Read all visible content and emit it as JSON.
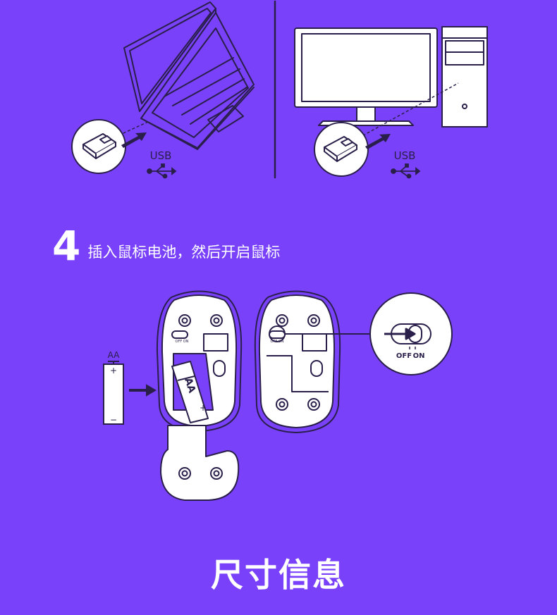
{
  "colors": {
    "background": "#7a41fa",
    "line": "#2a1f4a",
    "white": "#ffffff"
  },
  "connection": {
    "laptop_usb_label": "USB",
    "desktop_usb_label": "USB"
  },
  "step4": {
    "number": "4",
    "text": "插入鼠标电池，然后开启鼠标"
  },
  "battery": {
    "type_label": "AA",
    "plus": "+",
    "minus": "−",
    "inserted_label": "AA"
  },
  "switch": {
    "small_label": "OFF ON",
    "off_label": "OFF",
    "on_label": "ON"
  },
  "section": {
    "title": "尺寸信息"
  }
}
